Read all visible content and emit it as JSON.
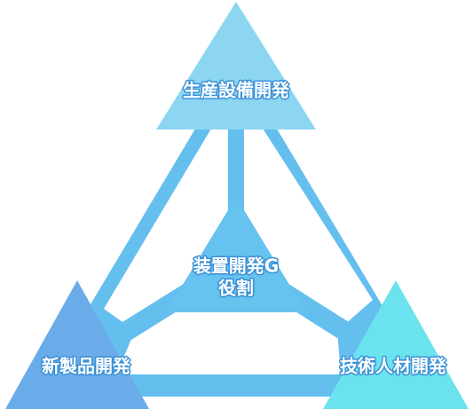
{
  "colors": {
    "frame": "#65bfee",
    "top_node": "#8dd6f2",
    "center_node": "#66c2ee",
    "left_node": "#6aace9",
    "right_node": "#6be3ee",
    "label_outline": "#3a8fd6",
    "label_fill": "#ffffff"
  },
  "nodes": {
    "top": {
      "label": "生産設備開発"
    },
    "center": {
      "label_line1": "装置開発G",
      "label_line2": "役割"
    },
    "left": {
      "label": "新製品開発"
    },
    "right": {
      "label": "技術人材開発"
    }
  }
}
